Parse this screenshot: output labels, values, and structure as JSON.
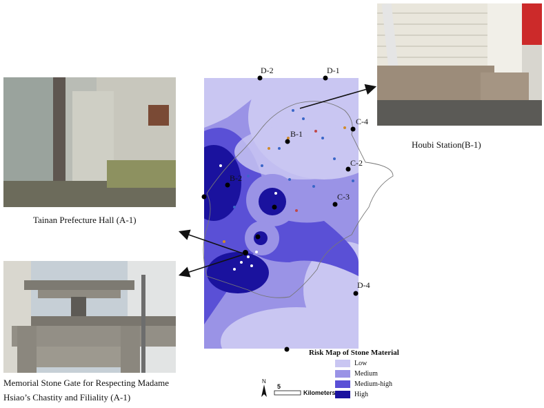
{
  "photos": {
    "houbi": {
      "caption": "Houbi Station(B-1)"
    },
    "tainan": {
      "caption": "Tainan Prefecture Hall (A-1)"
    },
    "gate": {
      "caption_line1": "Memorial Stone Gate for Respecting Madame",
      "caption_line2": "Hsiao’s Chastity and Filiality (A-1)"
    }
  },
  "map": {
    "points": [
      {
        "label": "D-2"
      },
      {
        "label": "D-1"
      },
      {
        "label": "C-4"
      },
      {
        "label": "B-1"
      },
      {
        "label": "C-2"
      },
      {
        "label": "B-2"
      },
      {
        "label": "C-3"
      },
      {
        "label": "D-4"
      }
    ],
    "legend": {
      "title": "Risk Map of Stone Material",
      "items": [
        {
          "label": "Low",
          "color": "#c9c6f2"
        },
        {
          "label": "Medium",
          "color": "#9a93e6"
        },
        {
          "label": "Medium-high",
          "color": "#5a50d6"
        },
        {
          "label": "High",
          "color": "#1a129e"
        }
      ]
    },
    "north_label": "N",
    "scale_value": "5",
    "scale_unit": "Kilometers"
  }
}
